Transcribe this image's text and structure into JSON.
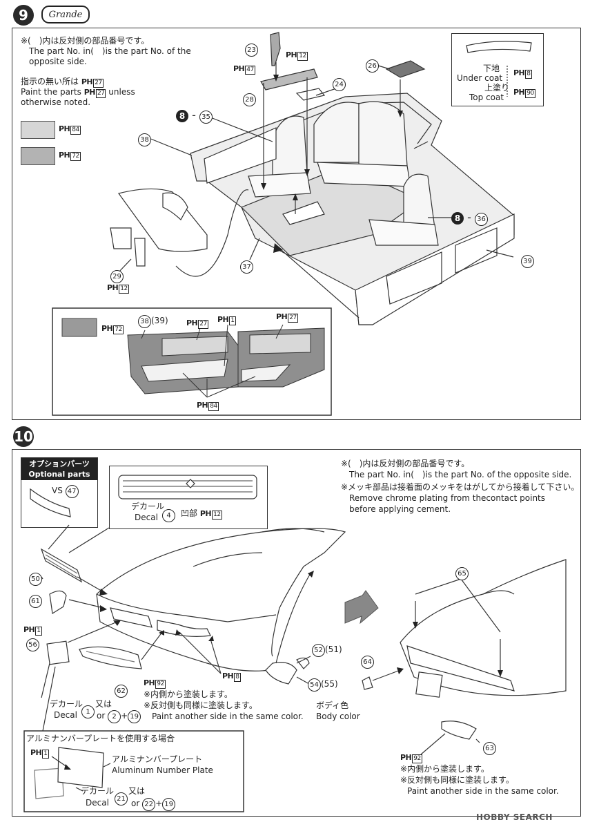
{
  "step9": {
    "number": "9",
    "badge": "Grande",
    "note1_ja": "※(　)内は反対側の部品番号です。",
    "note1_en1": "The part No. in(　)is the part No. of the",
    "note1_en2": "opposite side.",
    "note2_ja": "指示の無い所は",
    "note2_en1": "Paint the parts",
    "note2_en2": "unless",
    "note2_en3": "otherwise noted.",
    "ph_label": "PH",
    "default_color": "27",
    "swatch1": {
      "color": "#d6d6d6",
      "code": "84"
    },
    "swatch2": {
      "color": "#b3b3b3",
      "code": "72"
    },
    "coat_box": {
      "under_ja": "下地",
      "under_en": "Under coat",
      "under_code": "8",
      "top_ja": "上塗り",
      "top_en": "Top coat",
      "top_code": "90"
    },
    "labels": {
      "p23": "23",
      "p28": "28",
      "p47code": "47",
      "p12code": "12",
      "p24": "24",
      "p26": "26",
      "p35": "35",
      "p38": "38",
      "p36": "36",
      "p37": "37",
      "p39": "39",
      "p29": "29",
      "p29code": "12",
      "step_ref": "8"
    },
    "door_box": {
      "swatch_color": "#9a9a9a",
      "swatch_code": "72",
      "part_main": "38",
      "part_opp": "(39)",
      "code27a": "27",
      "code1": "1",
      "code27b": "27",
      "code84": "84"
    }
  },
  "step10": {
    "number": "10",
    "optional": {
      "title_ja": "オプションパーツ",
      "title_en": "Optional parts",
      "vs": "VS",
      "part": "47"
    },
    "grille_box": {
      "decal_ja": "デカール",
      "decal_en": "Decal",
      "decal_no": "4",
      "recess_ja": "凹部",
      "recess_code": "12"
    },
    "notes": {
      "n1_ja": "※(　)内は反対側の部品番号です。",
      "n1_en": "The part No. in(　)is the part No. of the opposite side.",
      "n2_ja": "※メッキ部品は接着面のメッキをはがしてから接着して下さい。",
      "n2_en1": "Remove chrome plating from thecontact points",
      "n2_en2": "before applying cement."
    },
    "labels": {
      "p50": "50",
      "p61": "61",
      "p56": "56",
      "p62": "62",
      "p52": "52",
      "p51": "(51)",
      "p54": "54",
      "p55": "(55)",
      "p65": "65",
      "p64": "64",
      "p63": "63",
      "code1": "1",
      "code92": "92",
      "code8": "8",
      "code92b": "92"
    },
    "paint_note": {
      "l1": "※内側から塗装します。",
      "l2": "※反対側も同様に塗装します。",
      "l3": "Paint another side in the same color."
    },
    "body_color": {
      "ja": "ボディ色",
      "en": "Body color"
    },
    "decal_left": {
      "ja": "デカール",
      "en": "Decal",
      "n1": "1",
      "or_ja": "又は",
      "or_en": "or",
      "n2": "2",
      "n3": "19"
    },
    "plate_box": {
      "title": "アルミナンバープレートを使用する場合",
      "code": "1",
      "name_ja": "アルミナンバープレート",
      "name_en": "Aluminum Number Plate",
      "decal_ja": "デカール",
      "decal_en": "Decal",
      "n1": "21",
      "or_ja": "又は",
      "or_en": "or",
      "n2": "22",
      "n3": "19"
    },
    "paint_note_right": {
      "l1": "※内側から塗装します。",
      "l2": "※反対側も同様に塗装します。",
      "l3": "Paint another side in the same color."
    }
  },
  "watermark": "HOBBY SEARCH"
}
